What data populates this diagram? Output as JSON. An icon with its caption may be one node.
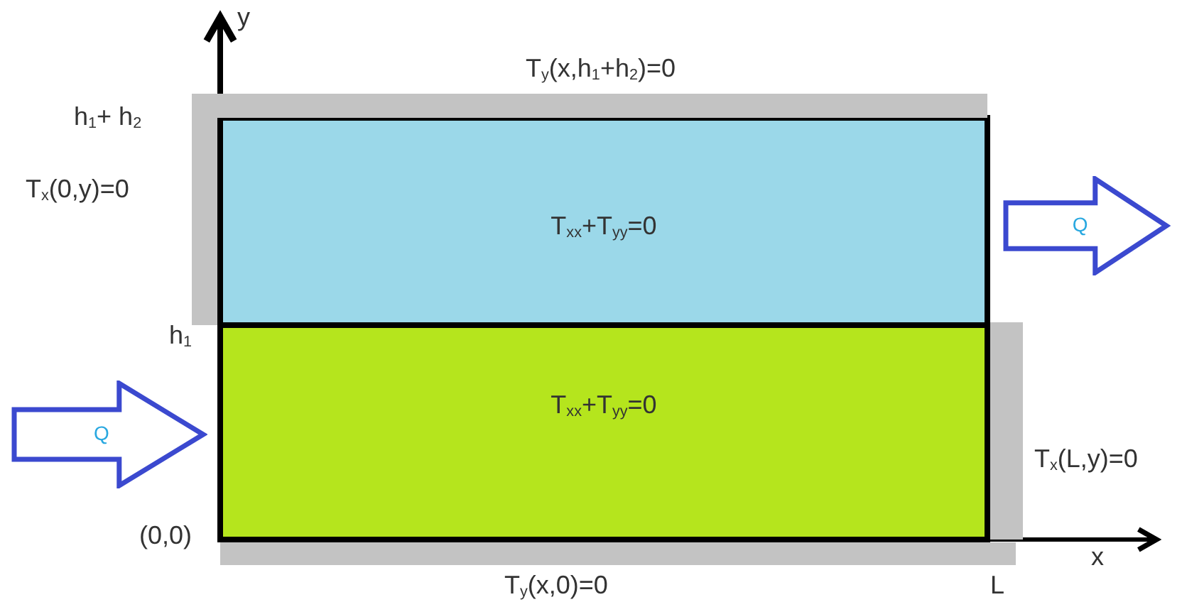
{
  "diagram": {
    "nodes": [
      {
        "text": [
          "T$_{xx}$+T$_{yy}$=0"
        ]
      },
      {
        "text": [
          "Q"
        ]
      },
      {
        "text": [
          "Q"
        ]
      },
      {
        "text": [
          "T$_{xx}$+T$_{yy}$=0"
        ]
      },
      {
        "text": [],
        "shape": "bar"
      },
      {
        "text": [],
        "shape": "bar"
      },
      {
        "text": [],
        "shape": "bar"
      },
      {
        "text": [],
        "shape": "bar"
      }
    ],
    "labels": [
      "y",
      "T$_{y}$(x,h$_{1}$+h$_{2}$)=0",
      "h$_{1}$+ h$_{2}$",
      "T$_{x}$(0,y)=0",
      "h$_{1}$",
      "T$_{x}$(L,y)=0",
      "(0,0)",
      "x",
      "T$_{y}$(x,0)=0",
      "L"
    ]
  }
}
